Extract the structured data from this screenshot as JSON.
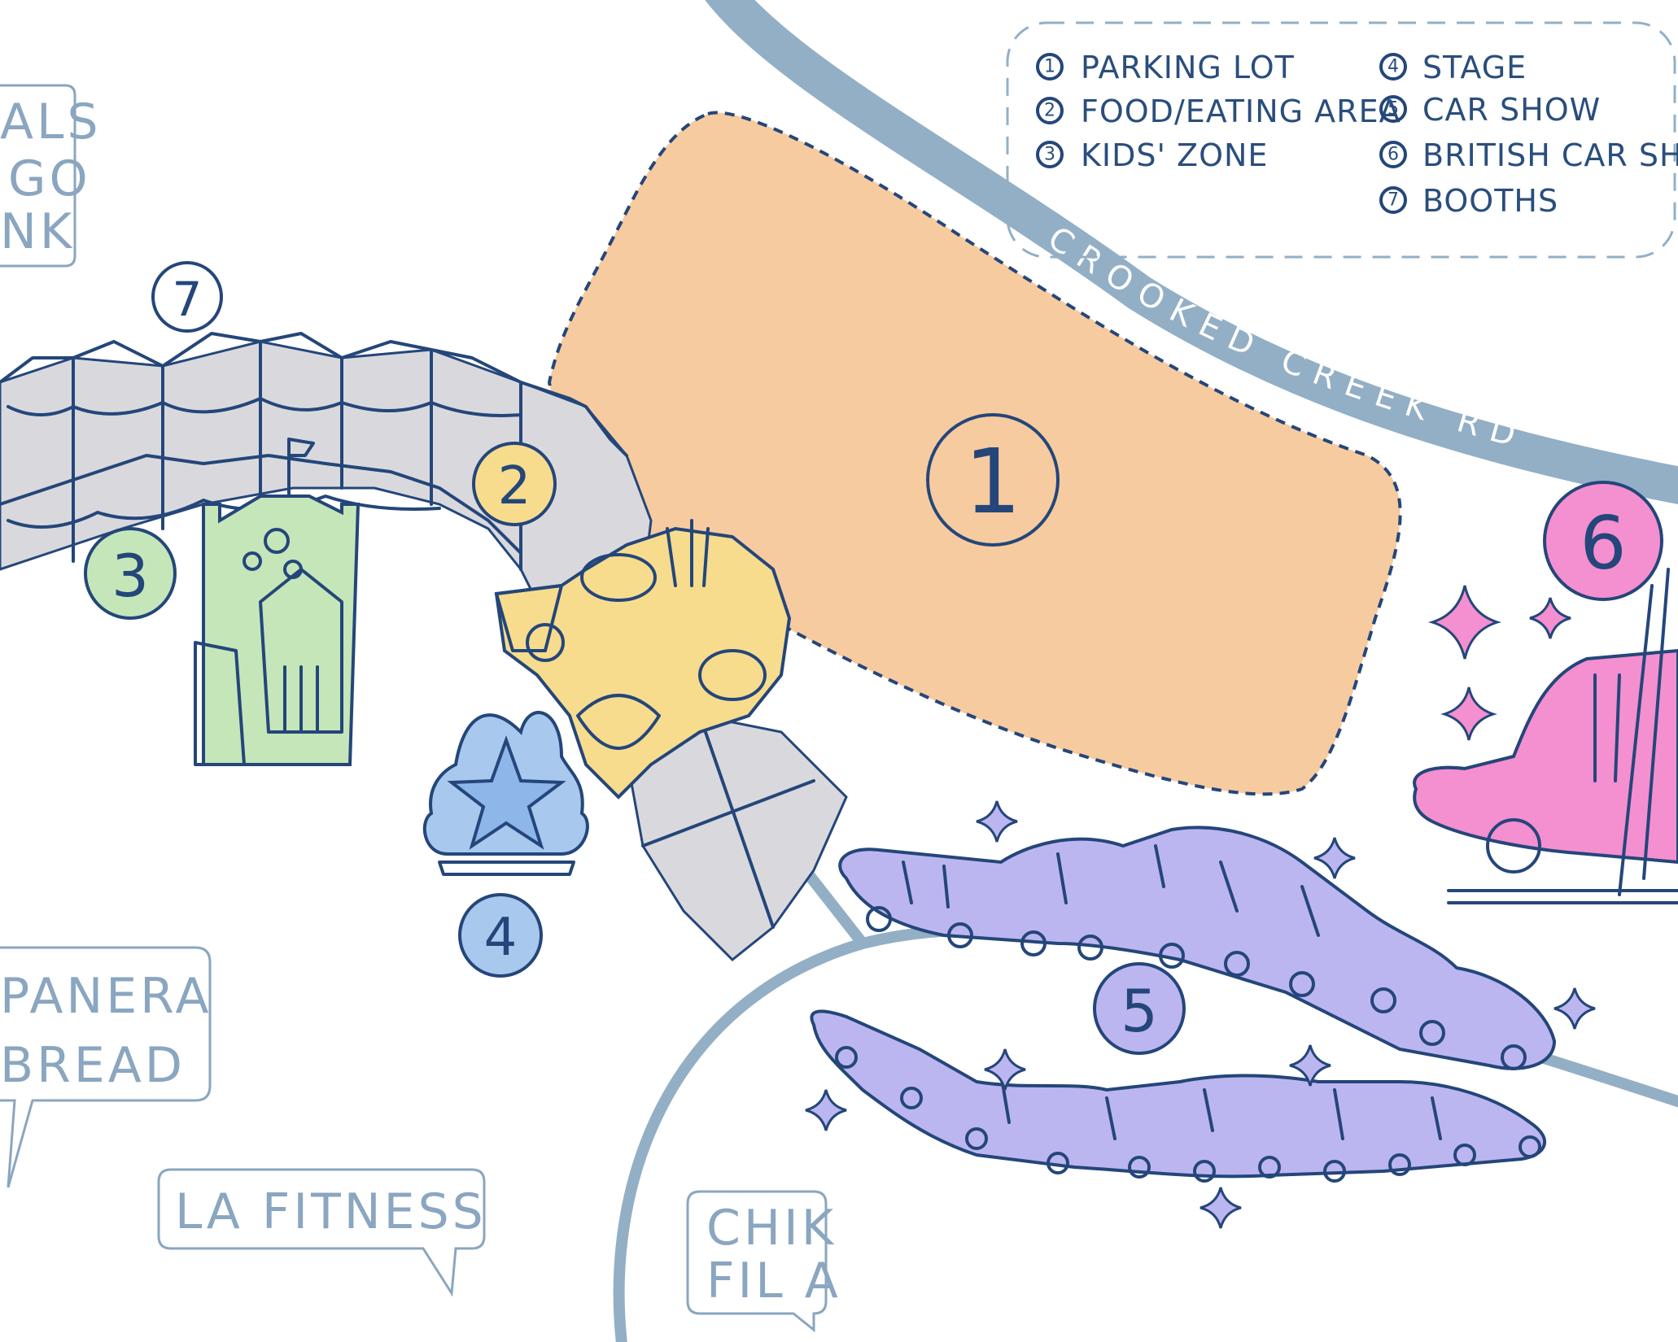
{
  "legend": {
    "items": [
      {
        "num": "1",
        "label": "PARKING LOT"
      },
      {
        "num": "2",
        "label": "FOOD/EATING AREA"
      },
      {
        "num": "3",
        "label": "KIDS' ZONE"
      },
      {
        "num": "4",
        "label": "STAGE"
      },
      {
        "num": "5",
        "label": "CAR SHOW"
      },
      {
        "num": "6",
        "label": "BRITISH CAR SHOW"
      },
      {
        "num": "7",
        "label": "BOOTHS"
      }
    ]
  },
  "road": {
    "name": "CROOKED CREEK RD NW"
  },
  "zones": {
    "z1": "1",
    "z2": "2",
    "z3": "3",
    "z4": "4",
    "z5": "5",
    "z6": "6",
    "z7": "7"
  },
  "signs": {
    "top_left": [
      "ALS",
      "GO",
      "NK"
    ],
    "panera": [
      "PANERA",
      "BREAD"
    ],
    "la_fitness": "LA FITNESS",
    "chikfila": [
      "CHIK",
      "FIL A"
    ]
  },
  "colors": {
    "road": "#93afc6",
    "parking": "#f7cba0",
    "food": "#f7dc8e",
    "kids": "#c5e6b8",
    "stage": "#a9c8ee",
    "cars": "#bcb6f0",
    "british": "#f48fd0",
    "booths": "#d9d9dd",
    "ink": "#24467a",
    "sign_ink": "#8aa6c0"
  }
}
